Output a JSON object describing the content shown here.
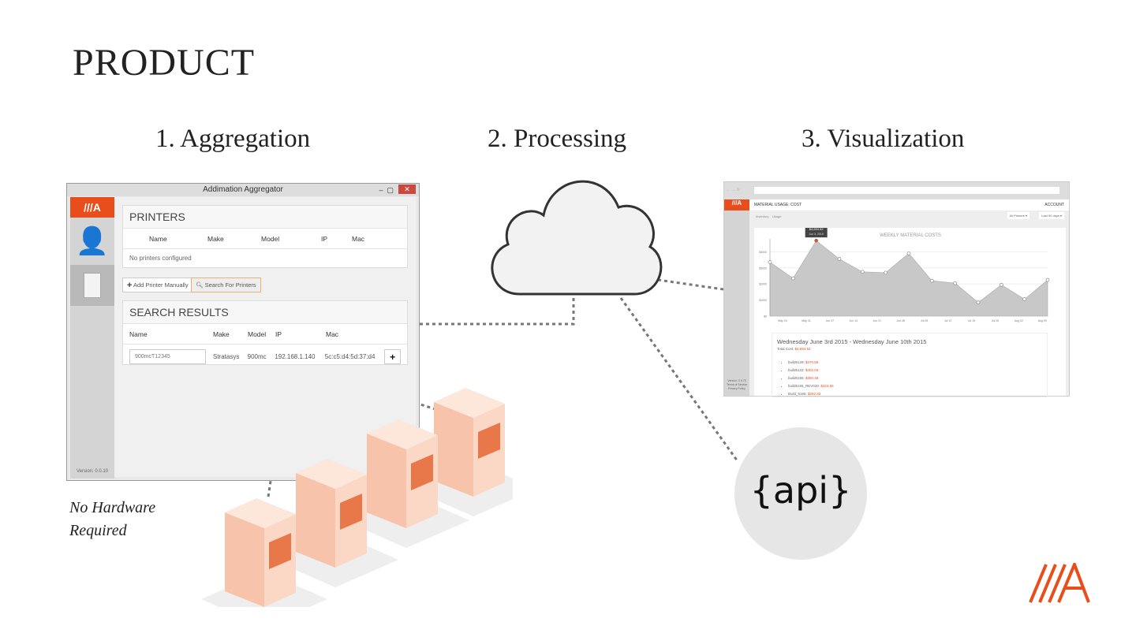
{
  "slide": {
    "title": "PRODUCT",
    "steps": [
      "1. Aggregation",
      "2. Processing",
      "3. Visualization"
    ],
    "note_line1": "No Hardware",
    "note_line2": "Required",
    "api_label": "{api}",
    "accent": "#e84e1b"
  },
  "aggregator": {
    "window_title": "Addimation Aggregator",
    "logo": "///A",
    "version": "Version: 0.0.10",
    "printers": {
      "title": "PRINTERS",
      "columns": [
        "Name",
        "Make",
        "Model",
        "IP",
        "Mac"
      ],
      "empty": "No printers configured"
    },
    "add_manual": "Add Printer Manually",
    "search": "Search For Printers",
    "results": {
      "title": "SEARCH RESULTS",
      "columns": [
        "Name",
        "Make",
        "Model",
        "IP",
        "Mac"
      ],
      "row": {
        "name": "900mcT12345",
        "make": "Stratasys",
        "model": "900mc",
        "ip": "192.168.1.140",
        "mac": "5c:c5:d4:5d:37:d4"
      }
    }
  },
  "dashboard": {
    "page_title": "MATERIAL USAGE: COST",
    "account": "ACCOUNT",
    "tabs": [
      "Inventory",
      "Usage"
    ],
    "filter1": "All Printers ▾",
    "filter2": "Last 90 days ▾",
    "tooltip_value": "$4,694.52",
    "tooltip_date": "Jun 3, 2015",
    "range": "Wednesday June 3rd 2015 - Wednesday June 10th 2015",
    "total_label": "Total Cost:",
    "total": "$4,694.52",
    "builds": [
      {
        "name": "build5129:",
        "cost": "$470.58"
      },
      {
        "name": "build5122:",
        "cost": "$402.03"
      },
      {
        "name": "build5155:",
        "cost": "$350.48"
      },
      {
        "name": "build5155_REV020:",
        "cost": "$324.55"
      },
      {
        "name": "Build_5166:",
        "cost": "$292.83"
      }
    ],
    "footer": [
      "Version: 0.0.75",
      "Terms of Service",
      "Privacy Policy"
    ]
  },
  "chart_data": {
    "type": "area",
    "title": "WEEKLY MATERIAL COSTS",
    "categories": [
      "May 24",
      "May 31",
      "Jun 07",
      "Jun 14",
      "Jun 21",
      "Jun 28",
      "Jul 05",
      "Jul 12",
      "Jul 19",
      "Jul 26",
      "Aug 02",
      "Aug 09"
    ],
    "yticks": [
      "$0",
      "$1000",
      "$2000",
      "$3000",
      "$4000"
    ],
    "ylim": [
      0,
      4800
    ],
    "values": [
      3350,
      2350,
      4694.52,
      3550,
      2750,
      2700,
      3900,
      2200,
      2050,
      850,
      1950,
      1050,
      2250
    ],
    "highlight_index": 2,
    "grid": true,
    "color": "#c8c8c8"
  }
}
